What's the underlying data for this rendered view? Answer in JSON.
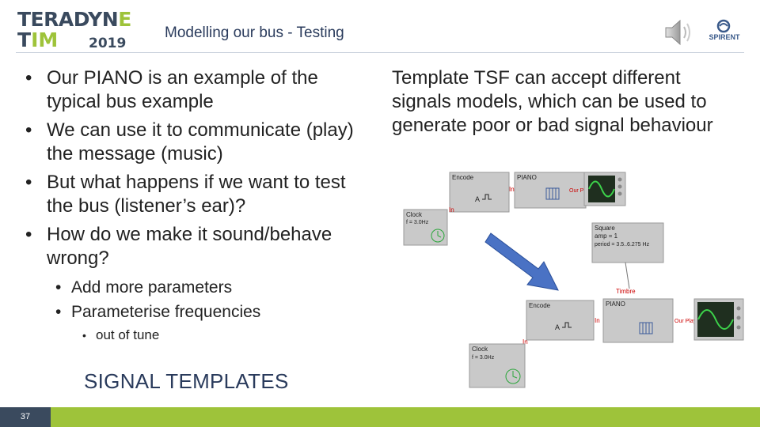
{
  "header": {
    "logo_top_a": "TERADYN",
    "logo_top_b": "E",
    "logo_bot_a": "T",
    "logo_bot_b": "IM",
    "logo_year": "2019",
    "title": "Modelling our bus - Testing",
    "partner_logo": "SPIRENT"
  },
  "left": {
    "bullets": [
      "Our PIANO is an example of the typical bus example",
      "We can use it to communicate (play) the message (music)",
      "But what happens if we want to test the bus (listener’s ear)?",
      "How do we make it sound/behave wrong?"
    ],
    "sub_bullets": [
      "Add more parameters",
      "Parameterise frequencies"
    ],
    "sub_sub_bullets": [
      "out of tune"
    ],
    "section_label": "SIGNAL TEMPLATES"
  },
  "right": {
    "text": "Template TSF can accept different signals models, which can be used to generate poor or bad signal behaviour"
  },
  "diagram": {
    "top": {
      "encode_label": "Encode",
      "piano_label": "PIANO",
      "in_label": "In",
      "in_label2": "In",
      "out_label": "Our Plays",
      "clock_label": "Clock",
      "clock_freq": "f = 3.0Hz"
    },
    "square": {
      "title": "Square",
      "amp": "amp = 1",
      "period": "period = 3.5..6.275 Hz"
    },
    "bottom": {
      "timbre_label": "Timbre",
      "encode_label": "Encode",
      "piano_label": "PIANO",
      "in_label": "In",
      "in_label2": "In",
      "out_label": "Our Plays",
      "clock_label": "Clock",
      "clock_freq": "f = 3.0Hz"
    },
    "arrow_color": "#4a72c4",
    "scope_color": "#2aa63a"
  },
  "footer": {
    "page_number": "37"
  },
  "colors": {
    "accent_green": "#9ec33a",
    "navy": "#3a4a5e"
  }
}
